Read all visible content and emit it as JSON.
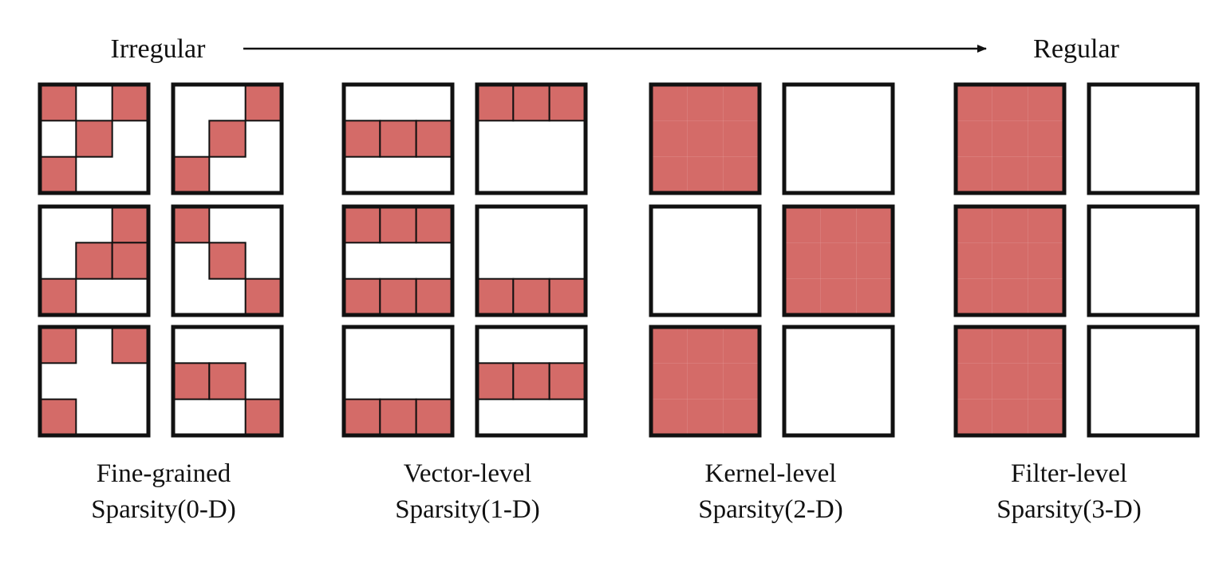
{
  "axis": {
    "left_label": "Irregular",
    "right_label": "Regular"
  },
  "colors": {
    "pruned_fill": "#d46b68",
    "kernel_fill": "#ffffff",
    "stroke": "#111111"
  },
  "groups": [
    {
      "id": "fine-grained",
      "caption_line1": "Fine-grained",
      "caption_line2": "Sparsity(0-D)",
      "kernels": [
        [
          [
            1,
            0,
            1
          ],
          [
            0,
            1,
            0
          ],
          [
            1,
            0,
            0
          ]
        ],
        [
          [
            0,
            0,
            1
          ],
          [
            0,
            1,
            0
          ],
          [
            1,
            0,
            0
          ]
        ],
        [
          [
            0,
            0,
            1
          ],
          [
            0,
            1,
            1
          ],
          [
            1,
            0,
            0
          ]
        ],
        [
          [
            1,
            0,
            0
          ],
          [
            0,
            1,
            0
          ],
          [
            0,
            0,
            1
          ]
        ],
        [
          [
            1,
            0,
            1
          ],
          [
            0,
            0,
            0
          ],
          [
            1,
            0,
            0
          ]
        ],
        [
          [
            0,
            0,
            0
          ],
          [
            1,
            1,
            0
          ],
          [
            0,
            0,
            1
          ]
        ]
      ]
    },
    {
      "id": "vector-level",
      "caption_line1": "Vector-level",
      "caption_line2": "Sparsity(1-D)",
      "kernels": [
        [
          [
            0,
            0,
            0
          ],
          [
            1,
            1,
            1
          ],
          [
            0,
            0,
            0
          ]
        ],
        [
          [
            1,
            1,
            1
          ],
          [
            0,
            0,
            0
          ],
          [
            0,
            0,
            0
          ]
        ],
        [
          [
            1,
            1,
            1
          ],
          [
            0,
            0,
            0
          ],
          [
            1,
            1,
            1
          ]
        ],
        [
          [
            0,
            0,
            0
          ],
          [
            0,
            0,
            0
          ],
          [
            1,
            1,
            1
          ]
        ],
        [
          [
            0,
            0,
            0
          ],
          [
            0,
            0,
            0
          ],
          [
            1,
            1,
            1
          ]
        ],
        [
          [
            0,
            0,
            0
          ],
          [
            1,
            1,
            1
          ],
          [
            0,
            0,
            0
          ]
        ]
      ]
    },
    {
      "id": "kernel-level",
      "caption_line1": "Kernel-level",
      "caption_line2": "Sparsity(2-D)",
      "kernels": [
        [
          [
            1,
            1,
            1
          ],
          [
            1,
            1,
            1
          ],
          [
            1,
            1,
            1
          ]
        ],
        [
          [
            0,
            0,
            0
          ],
          [
            0,
            0,
            0
          ],
          [
            0,
            0,
            0
          ]
        ],
        [
          [
            0,
            0,
            0
          ],
          [
            0,
            0,
            0
          ],
          [
            0,
            0,
            0
          ]
        ],
        [
          [
            1,
            1,
            1
          ],
          [
            1,
            1,
            1
          ],
          [
            1,
            1,
            1
          ]
        ],
        [
          [
            1,
            1,
            1
          ],
          [
            1,
            1,
            1
          ],
          [
            1,
            1,
            1
          ]
        ],
        [
          [
            0,
            0,
            0
          ],
          [
            0,
            0,
            0
          ],
          [
            0,
            0,
            0
          ]
        ]
      ]
    },
    {
      "id": "filter-level",
      "caption_line1": "Filter-level",
      "caption_line2": "Sparsity(3-D)",
      "kernels": [
        [
          [
            1,
            1,
            1
          ],
          [
            1,
            1,
            1
          ],
          [
            1,
            1,
            1
          ]
        ],
        [
          [
            0,
            0,
            0
          ],
          [
            0,
            0,
            0
          ],
          [
            0,
            0,
            0
          ]
        ],
        [
          [
            1,
            1,
            1
          ],
          [
            1,
            1,
            1
          ],
          [
            1,
            1,
            1
          ]
        ],
        [
          [
            0,
            0,
            0
          ],
          [
            0,
            0,
            0
          ],
          [
            0,
            0,
            0
          ]
        ],
        [
          [
            1,
            1,
            1
          ],
          [
            1,
            1,
            1
          ],
          [
            1,
            1,
            1
          ]
        ],
        [
          [
            0,
            0,
            0
          ],
          [
            0,
            0,
            0
          ],
          [
            0,
            0,
            0
          ]
        ]
      ]
    }
  ]
}
